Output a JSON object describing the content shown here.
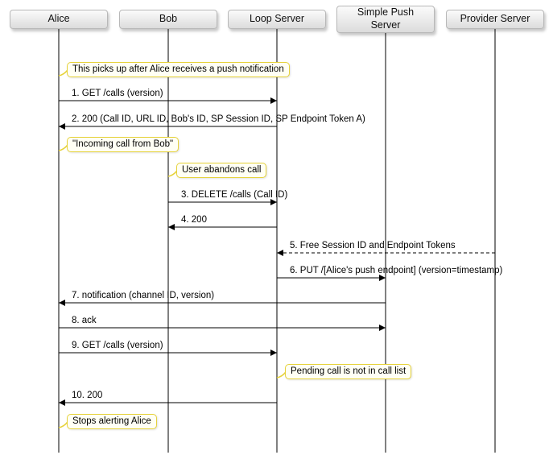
{
  "actors": [
    {
      "key": "alice",
      "label": "Alice"
    },
    {
      "key": "bob",
      "label": "Bob"
    },
    {
      "key": "loop",
      "label": "Loop Server"
    },
    {
      "key": "push",
      "label": "Simple Push\nServer"
    },
    {
      "key": "provider",
      "label": "Provider Server"
    }
  ],
  "notes": [
    {
      "key": "push-received",
      "text": "This picks up after Alice receives a push notification"
    },
    {
      "key": "incoming-call",
      "text": "\"Incoming call from Bob\""
    },
    {
      "key": "user-abandons",
      "text": "User abandons call"
    },
    {
      "key": "pending-call",
      "text": "Pending call is not in call list"
    },
    {
      "key": "stops-alerting",
      "text": "Stops alerting Alice"
    }
  ],
  "messages": [
    {
      "from": "alice",
      "to": "loop",
      "style": "solid",
      "text": "1. GET /calls (version)"
    },
    {
      "from": "loop",
      "to": "alice",
      "style": "solid",
      "text": "2. 200 (Call ID, URL ID, Bob's ID, SP Session ID, SP Endpoint Token A)"
    },
    {
      "from": "bob",
      "to": "loop",
      "style": "solid",
      "text": "3. DELETE /calls (Call ID)"
    },
    {
      "from": "loop",
      "to": "bob",
      "style": "solid",
      "text": "4. 200"
    },
    {
      "from": "provider",
      "to": "loop",
      "style": "dashed",
      "text": "5. Free Session ID and Endpoint Tokens"
    },
    {
      "from": "loop",
      "to": "push",
      "style": "solid",
      "text": "6. PUT /[Alice's push endpoint] (version=timestamp)"
    },
    {
      "from": "push",
      "to": "alice",
      "style": "solid",
      "text": "7. notification (channel ID, version)"
    },
    {
      "from": "alice",
      "to": "push",
      "style": "solid",
      "text": "8. ack"
    },
    {
      "from": "alice",
      "to": "loop",
      "style": "solid",
      "text": "9. GET /calls (version)"
    },
    {
      "from": "loop",
      "to": "alice",
      "style": "solid",
      "text": "10. 200"
    }
  ]
}
